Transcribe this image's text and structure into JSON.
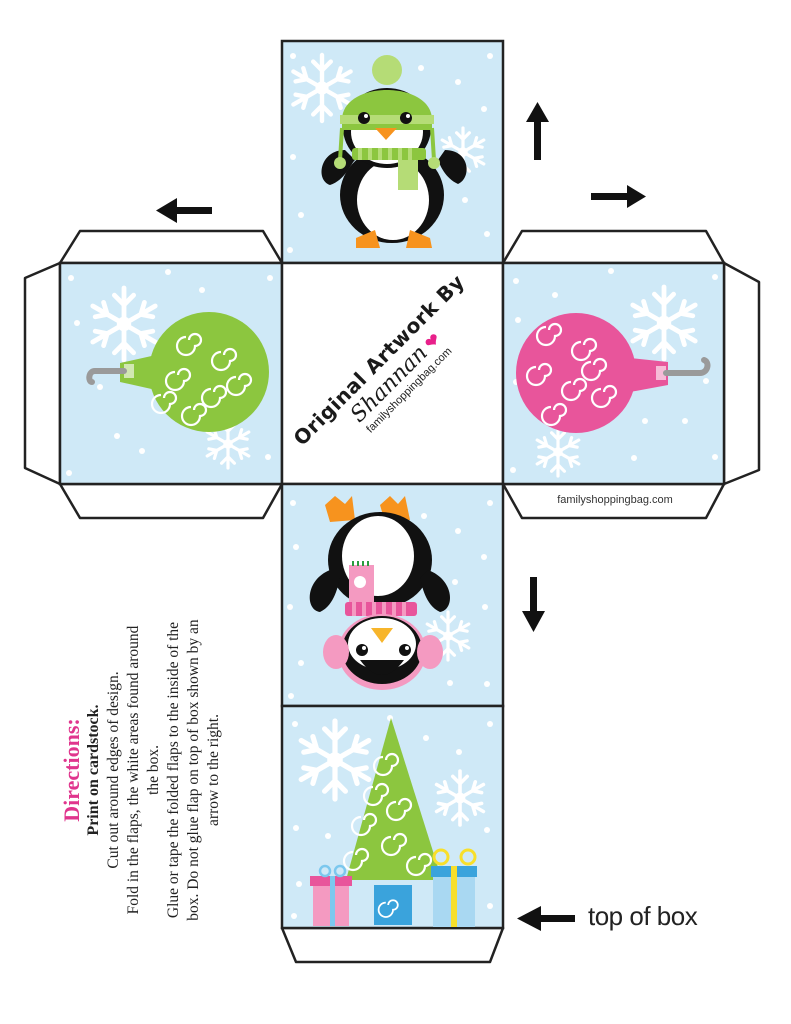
{
  "credit": {
    "title": "Original Artwork By",
    "artist": "Shannan",
    "heart_icon": "heart-icon",
    "url": "familyshoppingbag.com"
  },
  "flap_url": "familyshoppingbag.com",
  "top_label": "top of box",
  "directions": {
    "title": "Directions:",
    "subtitle": "Print on cardstock.",
    "lines": [
      "Cut out around edges of design.",
      "Fold in the flaps, the white areas found around",
      "the box.",
      "Glue or tape the folded flaps to the inside  of the",
      "box.  Do not glue flap on top of box shown by an",
      "arrow to the right."
    ]
  },
  "panels": [
    {
      "id": "top",
      "art": "penguin-green-hat"
    },
    {
      "id": "left",
      "art": "green-ornament"
    },
    {
      "id": "center",
      "art": "artwork-credit"
    },
    {
      "id": "right",
      "art": "pink-ornament"
    },
    {
      "id": "bottom",
      "art": "penguin-pink-earmuffs-upside-down"
    },
    {
      "id": "base",
      "art": "christmas-tree-with-presents"
    }
  ],
  "arrows": [
    {
      "name": "arrow-up-icon"
    },
    {
      "name": "arrow-right-icon"
    },
    {
      "name": "arrow-left-icon"
    },
    {
      "name": "arrow-down-icon"
    },
    {
      "name": "arrow-left-top-of-box-icon"
    }
  ],
  "colors": {
    "sky": "#cfe9f7",
    "outline": "#222222",
    "green": "#8cc63f",
    "pink": "#e8559b",
    "accent_pink": "#e0358d",
    "orange": "#f7931e",
    "hook_gray": "#9a9a9a"
  }
}
